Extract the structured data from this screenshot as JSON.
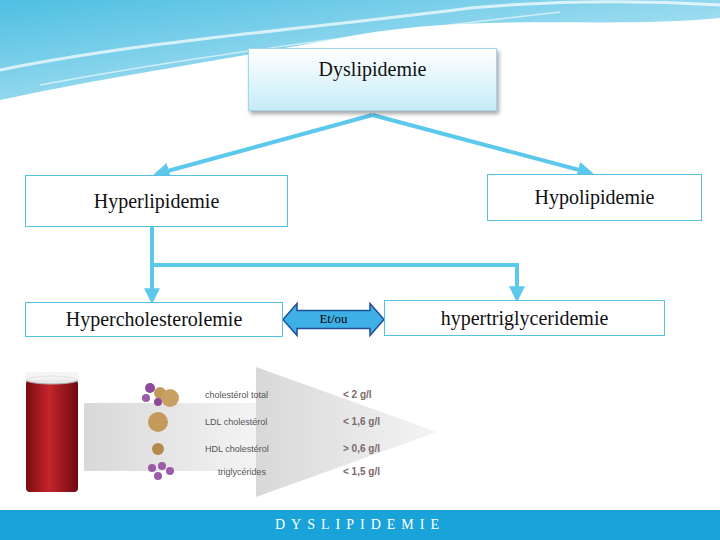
{
  "diagram": {
    "nodes": [
      {
        "text": [
          "Dyslipidemie"
        ]
      },
      {
        "text": [
          "Hyperlipidemie"
        ]
      },
      {
        "text": [
          "Hypolipidemie"
        ]
      },
      {
        "text": [
          "Hypercholesterolemie"
        ]
      },
      {
        "text": [
          "hypertriglyceridemie"
        ]
      },
      {
        "text": [
          "DYSLIPIDEMIE"
        ]
      }
    ],
    "edges": [
      {
        "from": 0,
        "to": 1,
        "arrow": "to"
      },
      {
        "from": 0,
        "to": 2,
        "arrow": "to"
      },
      {
        "from": 1,
        "to": 3,
        "arrow": "to"
      },
      {
        "from": 1,
        "to": 4,
        "arrow": "to"
      },
      {
        "from": 3,
        "to": 4,
        "label": "Et/ou",
        "arrow": "both"
      }
    ],
    "labels": [
      "cholestérol total",
      "< 2 g/l",
      "LDL cholestérol",
      "< 1,6 g/l",
      "HDL cholestérol",
      "> 0,6 g/l",
      "triglycérides",
      "< 1,5 g/l"
    ]
  }
}
